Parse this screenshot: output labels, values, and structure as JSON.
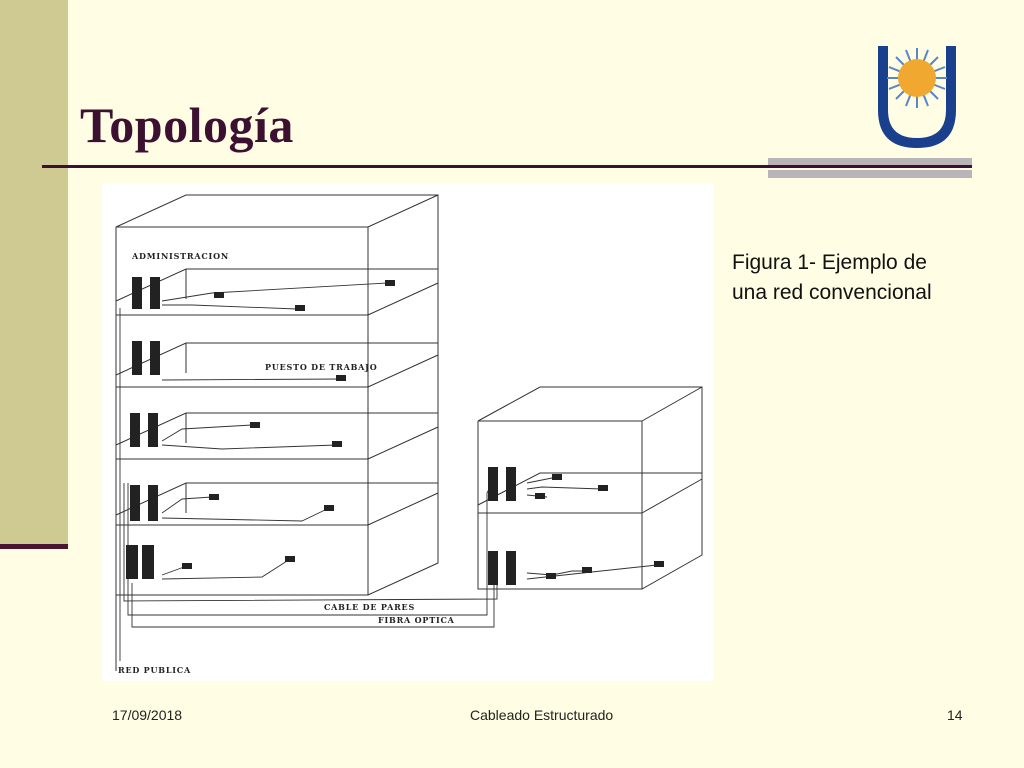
{
  "slide": {
    "title": "Topología",
    "caption_line1": "Figura 1- Ejemplo de",
    "caption_line2": "una red convencional",
    "footer_date": "17/09/2018",
    "footer_center": "Cableado Estructurado",
    "footer_page": "14"
  },
  "diagram": {
    "label_admin": "ADMINISTRACION",
    "label_workstation": "PUESTO DE TRABAJO",
    "label_pair_cable": "CABLE DE PARES",
    "label_fiber": "FIBRA OPTICA",
    "label_public_net": "RED PUBLICA"
  },
  "colors": {
    "background": "#FFFDE3",
    "side_band": "#CFCA92",
    "title": "#3c1030",
    "logo_blue": "#1a3f8c",
    "logo_sun": "#f0a830"
  },
  "icons": {
    "logo": "university-shield-sun-icon"
  }
}
